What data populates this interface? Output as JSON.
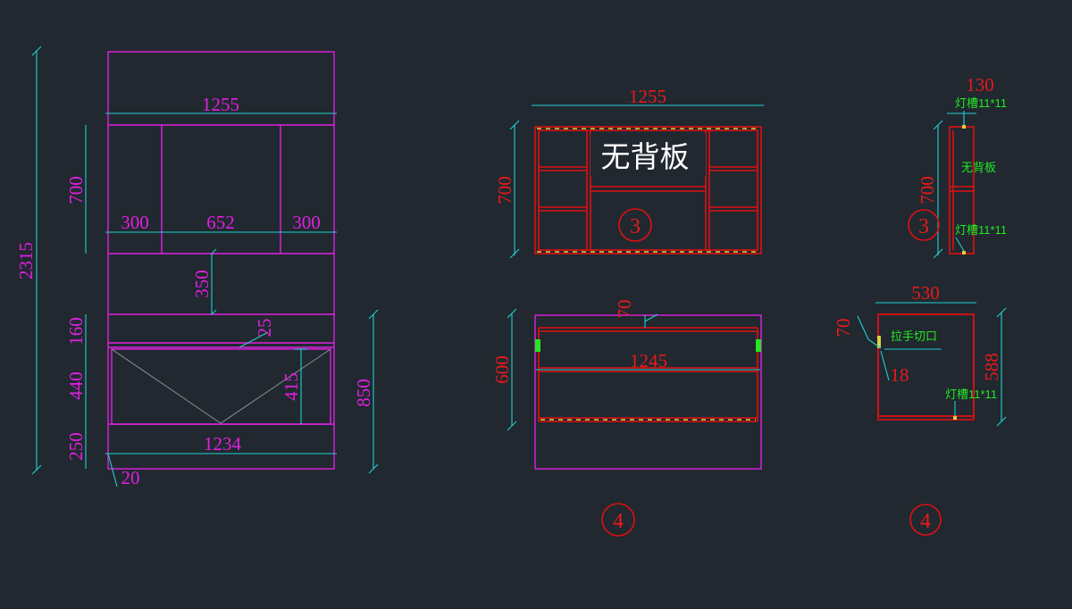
{
  "front_view": {
    "dims": {
      "total_height": "2315",
      "top_width": "1255",
      "upper_height": "700",
      "left_bay": "300",
      "middle_bay": "652",
      "right_bay": "300",
      "gap_height": "350",
      "shelf_height": "160",
      "offset_small": "25",
      "drawer_height": "440",
      "inner_drop": "415",
      "base_height": "250",
      "lower_width": "1234",
      "edge_offset": "20",
      "lower_total": "850"
    }
  },
  "upper_cabinet": {
    "width": "1255",
    "height": "700",
    "note": "无背板",
    "marker": "3"
  },
  "upper_side": {
    "depth": "130",
    "height": "700",
    "light_slot_top": "灯槽11*11",
    "note": "无背板",
    "light_slot_bottom": "灯槽11*11",
    "marker": "3"
  },
  "lower_cabinet": {
    "offset": "70",
    "height": "600",
    "inner_width": "1245",
    "marker": "4"
  },
  "lower_side": {
    "depth": "530",
    "height": "588",
    "handle_height": "70",
    "handle_label": "拉手切口",
    "handle_depth": "18",
    "light_slot": "灯槽11*11",
    "marker": "4"
  },
  "colors": {
    "background": "#212830",
    "outline_magenta": "#e020e0",
    "outline_red": "#e01010",
    "dimension_cyan": "#20d0d0",
    "label_green": "#22e822"
  }
}
